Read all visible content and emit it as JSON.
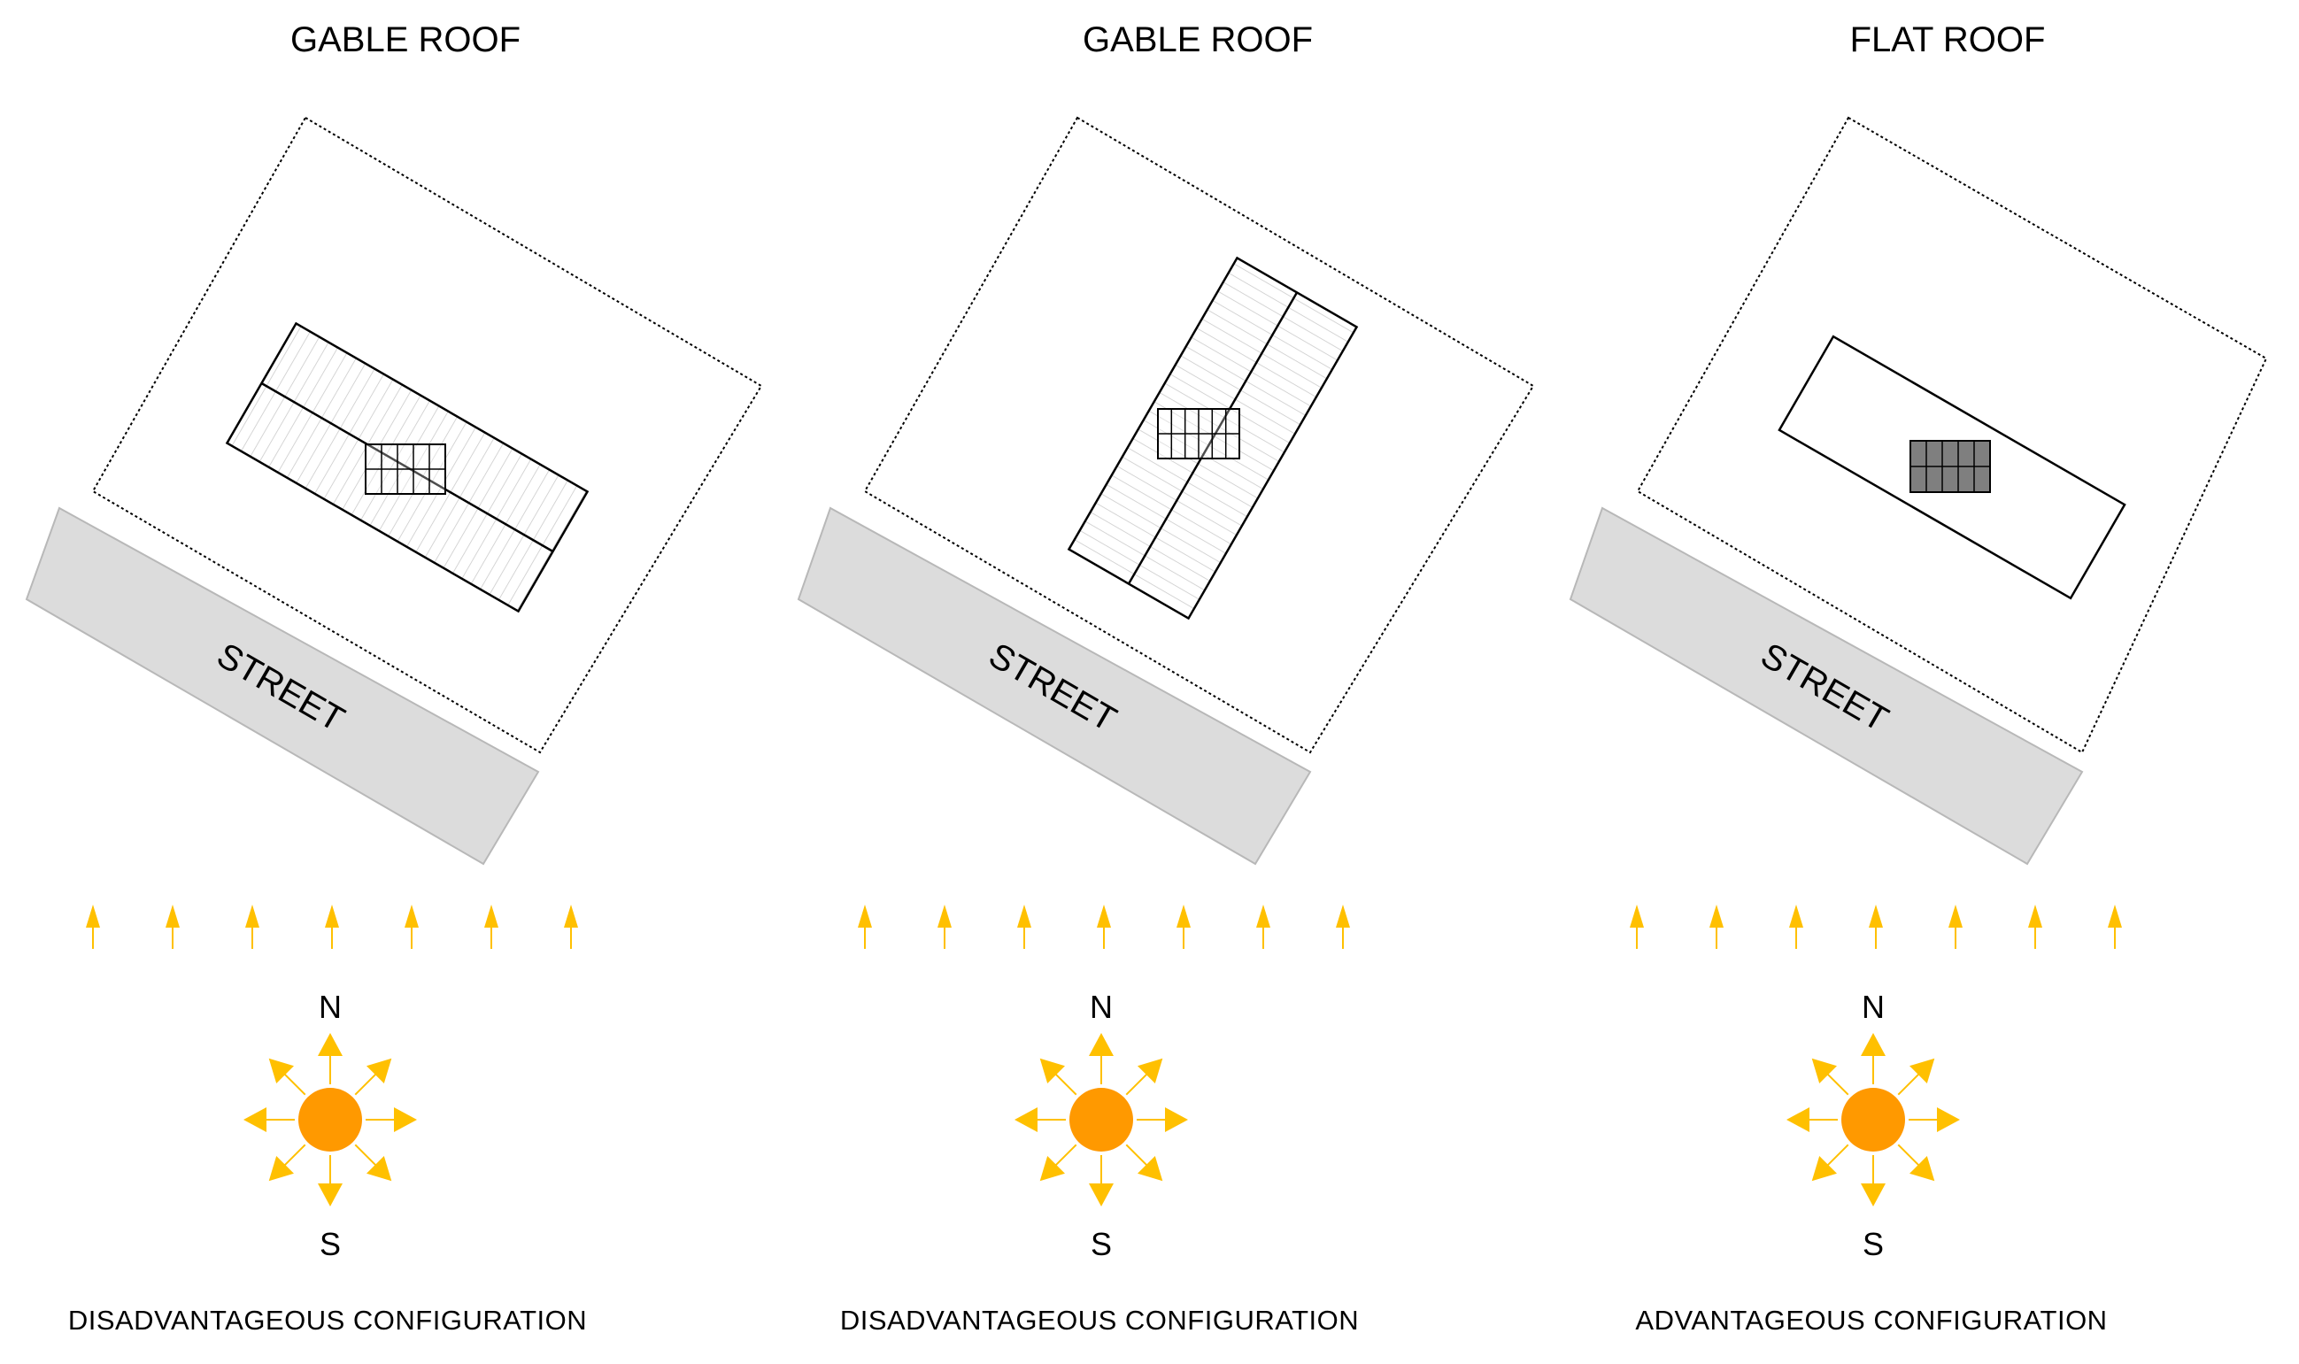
{
  "colors": {
    "street_fill": "#dcdcdc",
    "street_stroke": "#b8b8b8",
    "sun_fill": "#ff9900",
    "ray_fill": "#ffc000",
    "arrow_fill": "#ffc000",
    "panel_flat_fill": "#7f7f7f",
    "hatch": "#c8c8c8"
  },
  "panels": [
    {
      "title": "GABLE ROOF",
      "roof_type": "gable",
      "building_orientation": "parallel-to-street",
      "street_label": "STREET",
      "north_label": "N",
      "south_label": "S",
      "caption": "DISADVANTAGEOUS CONFIGURATION"
    },
    {
      "title": "GABLE ROOF",
      "roof_type": "gable",
      "building_orientation": "perpendicular-to-street",
      "street_label": "STREET",
      "north_label": "N",
      "south_label": "S",
      "caption": "DISADVANTAGEOUS CONFIGURATION"
    },
    {
      "title": "FLAT ROOF",
      "roof_type": "flat",
      "building_orientation": "parallel-to-street",
      "street_label": "STREET",
      "north_label": "N",
      "south_label": "S",
      "caption": "ADVANTAGEOUS CONFIGURATION"
    }
  ]
}
